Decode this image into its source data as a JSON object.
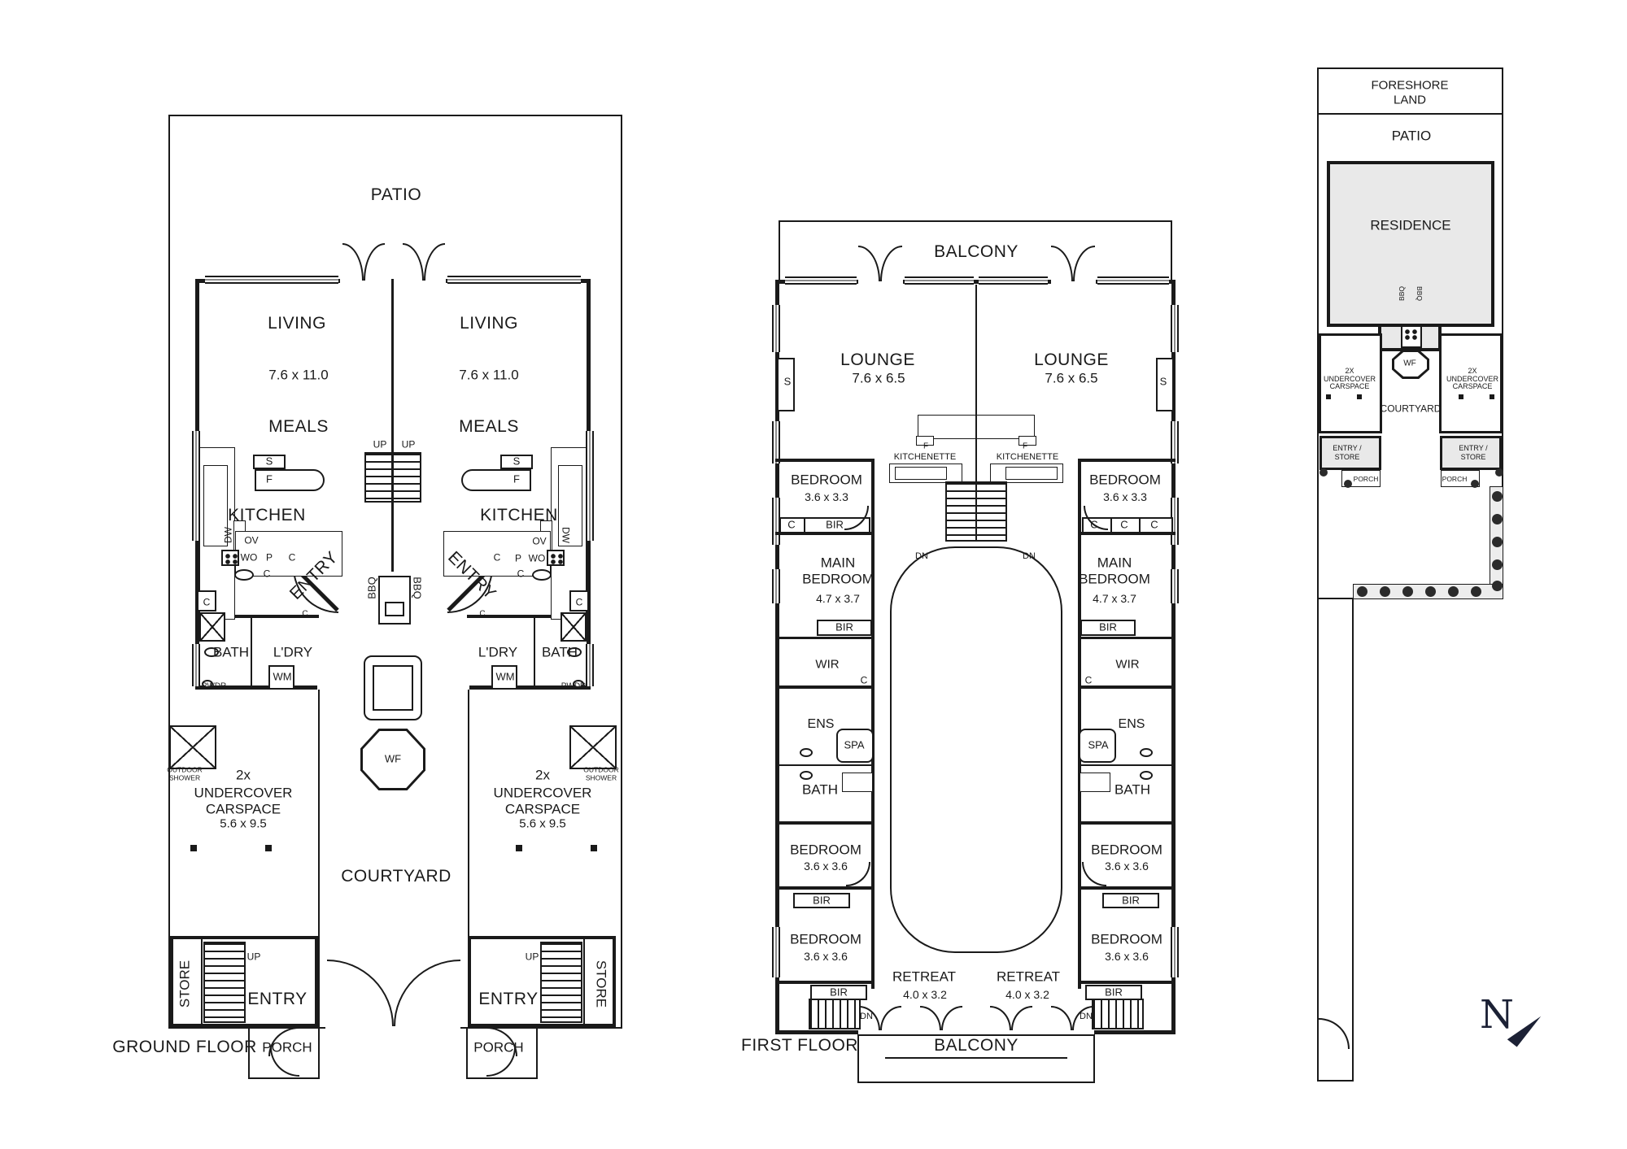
{
  "document": {
    "type": "floor-plan-drawing"
  },
  "colors": {
    "line": "#1a1a1a",
    "shade": "#e9e9e9",
    "north_navy": "#1c2135"
  },
  "gf": {
    "floor_label": "GROUND FLOOR",
    "patio": "PATIO",
    "living": "LIVING",
    "living_dim": "7.6 x 11.0",
    "meals": "MEALS",
    "kitchen": "KITCHEN",
    "s": "S",
    "f": "F",
    "up": "UP",
    "dw": "DW",
    "ov": "OV",
    "wo": "WO",
    "p": "P",
    "c": "C",
    "entry": "ENTRY",
    "bbq": "BBQ",
    "bath": "BATH",
    "ldry": "L'DRY",
    "pwdr": "PWDR",
    "wm": "WM",
    "outdoor_shower": "OUTDOOR\nSHOWER",
    "carspace_count": "2x",
    "carspace_l1": "UNDERCOVER",
    "carspace_l2": "CARSPACE",
    "carspace_dim": "5.6 x 9.5",
    "wf": "WF",
    "courtyard": "COURTYARD",
    "store": "STORE",
    "porch": "PORCH"
  },
  "ff": {
    "floor_label": "FIRST FLOOR",
    "balcony": "BALCONY",
    "lounge": "LOUNGE",
    "lounge_dim": "7.6 x 6.5",
    "s": "S",
    "f": "F",
    "kitchenette": "KITCHENETTE",
    "dn": "DN",
    "bedroom": "BEDROOM",
    "bedroom_dim": "3.6 x 3.3",
    "bedroom2_dim": "3.6 x 3.6",
    "c": "C",
    "bir": "BIR",
    "main1": "MAIN",
    "main2": "BEDROOM",
    "main_dim": "4.7 x 3.7",
    "wir": "WIR",
    "ens": "ENS",
    "spa": "SPA",
    "bath": "BATH",
    "retreat": "RETREAT",
    "retreat_dim": "4.0 x 3.2"
  },
  "sp": {
    "foreshore1": "FORESHORE",
    "foreshore2": "LAND",
    "patio": "PATIO",
    "residence": "RESIDENCE",
    "bbq": "BBQ",
    "wf": "WF",
    "carspace1": "2X",
    "carspace2": "UNDERCOVER",
    "carspace3": "CARSPACE",
    "courtyard": "COURTYARD",
    "entry_store1": "ENTRY /",
    "entry_store2": "STORE",
    "porch": "PORCH"
  },
  "compass": {
    "north": "N"
  }
}
